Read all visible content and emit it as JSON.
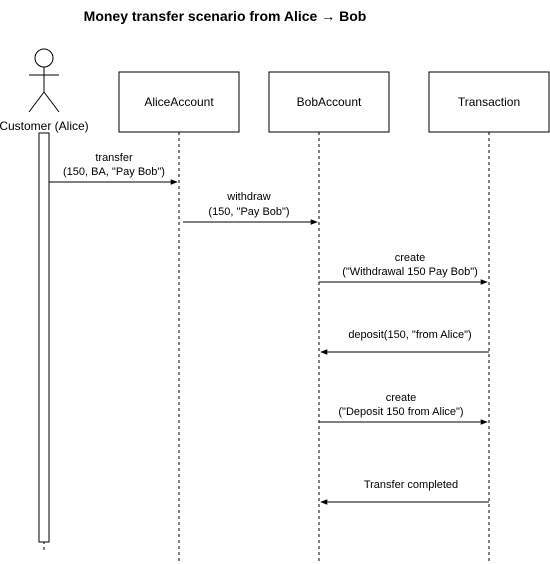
{
  "diagram": {
    "title": "Money transfer scenario from Alice → Bob",
    "actor": {
      "label": "Customer (Alice)"
    },
    "participants": [
      {
        "id": "alice",
        "label": "AliceAccount"
      },
      {
        "id": "bob",
        "label": "BobAccount"
      },
      {
        "id": "tx",
        "label": "Transaction"
      }
    ],
    "messages": [
      {
        "from": "customer",
        "to": "alice",
        "line1": "transfer",
        "line2": "(150, BA, \"Pay Bob\")"
      },
      {
        "from": "alice",
        "to": "bob",
        "line1": "withdraw",
        "line2": "(150, \"Pay Bob\")"
      },
      {
        "from": "bob",
        "to": "tx",
        "line1": "create",
        "line2": "(\"Withdrawal 150 Pay Bob\")"
      },
      {
        "from": "tx",
        "to": "bob",
        "line1": "deposit(150, \"from Alice\")",
        "line2": ""
      },
      {
        "from": "bob",
        "to": "tx",
        "line1": "create",
        "line2": "(\"Deposit 150 from Alice\")"
      },
      {
        "from": "tx",
        "to": "bob",
        "line1": "Transfer completed",
        "line2": ""
      }
    ]
  }
}
